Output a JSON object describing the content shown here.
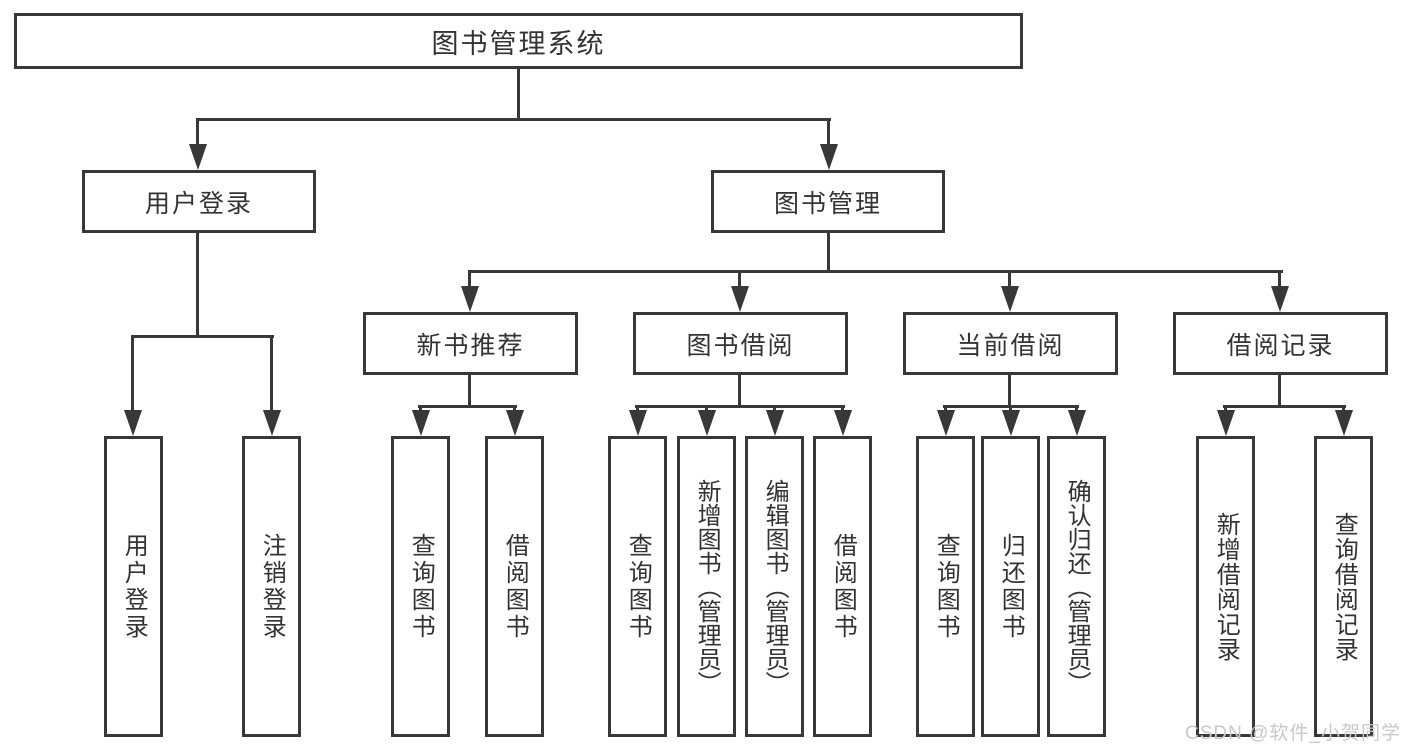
{
  "diagram_title": "图书管理系统",
  "tree": {
    "root": {
      "label": "图书管理系统",
      "children": [
        {
          "label": "用户登录",
          "children": [
            {
              "label": "用户登录"
            },
            {
              "label": "注销登录"
            }
          ]
        },
        {
          "label": "图书管理",
          "children": [
            {
              "label": "新书推荐",
              "children": [
                {
                  "label": "查询图书"
                },
                {
                  "label": "借阅图书"
                }
              ]
            },
            {
              "label": "图书借阅",
              "children": [
                {
                  "label": "查询图书"
                },
                {
                  "label": "新增图书（管理员）"
                },
                {
                  "label": "编辑图书（管理员）"
                },
                {
                  "label": "借阅图书"
                }
              ]
            },
            {
              "label": "当前借阅",
              "children": [
                {
                  "label": "查询图书"
                },
                {
                  "label": "归还图书"
                },
                {
                  "label": "确认归还（管理员）"
                }
              ]
            },
            {
              "label": "借阅记录",
              "children": [
                {
                  "label": "新增借阅记录"
                },
                {
                  "label": "查询借阅记录"
                }
              ]
            }
          ]
        }
      ]
    }
  },
  "colors": {
    "line": "#383838",
    "text": "#333333",
    "background": "#ffffff",
    "watermark": "#c9c9c9"
  },
  "watermark": {
    "text": "CSDN @软件_小贺同学"
  }
}
